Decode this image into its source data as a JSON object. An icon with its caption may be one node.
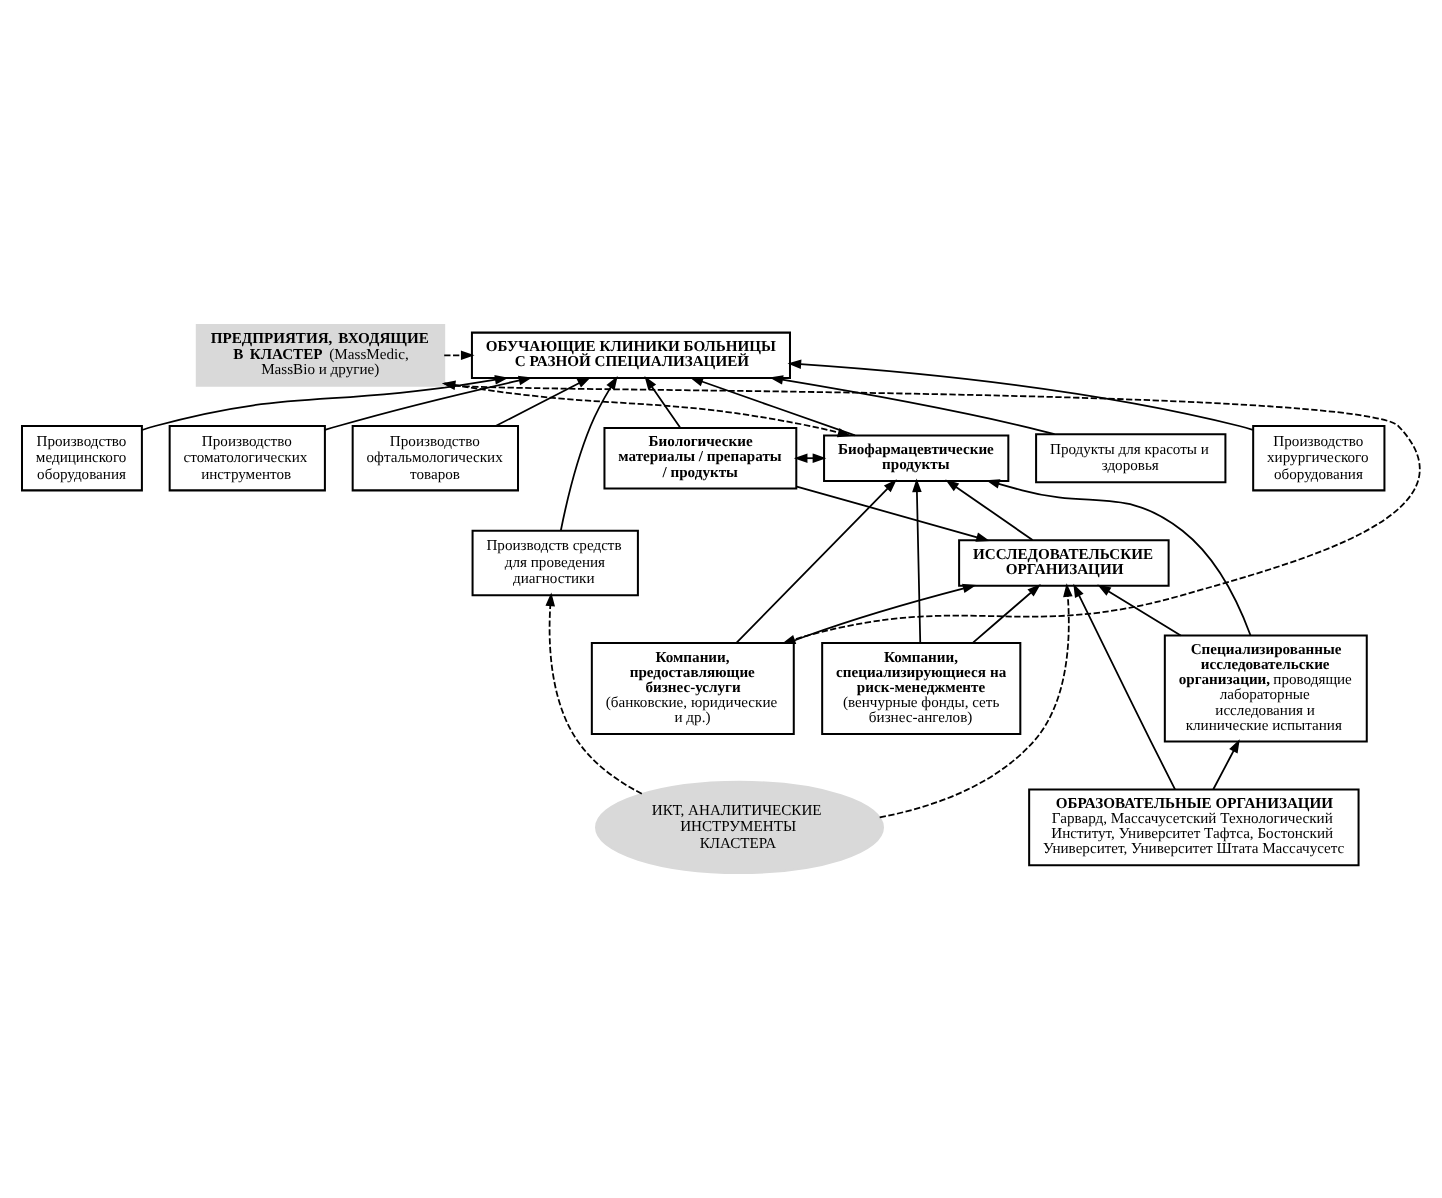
{
  "diagram": {
    "nodes": [
      {
        "text": [
          "Продукты для красоты и здоровья"
        ]
      },
      {
        "text": [
          "Производство хирургического оборудования"
        ]
      },
      {
        "text": [
          "Производство медицинского оборудования"
        ]
      },
      {
        "text": [
          "Производство стоматологических инструментов"
        ]
      },
      {
        "text": [
          "Производство офтальмологических товаров"
        ]
      },
      {
        "text": [
          "Производств средств для проведения диагностики"
        ]
      },
      {
        "text": [
          "ОБУЧАЮЩИЕ КЛИНИКИ БОЛЬНИЦЫ С РАЗНОЙ СПЕЦИАЛИЗАЦИЕЙ"
        ]
      },
      {
        "text": [
          "**ПРЕДПРИЯТИЯ, ВХОДЯЩИЕ В КЛАСТЕР** (MassMedic, MassBio и другие)"
        ]
      },
      {
        "text": [
          "Биологические материалы / препараты / продукты"
        ]
      },
      {
        "text": [
          "Биофармацевтические продукты"
        ]
      },
      {
        "text": [
          "**Компании, предоставляющие бизнес-услуги** (банковские, юридические и др.)"
        ]
      },
      {
        "text": [
          "**Компании, специализирующиеся на риск-менеджменте** (венчурные фонды, сеть бизнес-ангелов)"
        ]
      },
      {
        "text": [
          "**Специализированные исследовательские организации,** проводящие лабораторные исследования и клинические испытания"
        ]
      },
      {
        "text": [
          "ИССЛЕДОВАТЕЛЬСКИЕ ОРГАНИЗАЦИИ"
        ]
      },
      {
        "text": [
          "ИКТ, АНАЛИТИЧЕСКИЕ ИНСТРУМЕНТЫ КЛАСТЕРА"
        ]
      },
      {
        "text": [
          "ОБРАЗОВАТЕЛЬНЫЕ ОРГАНИЗАЦИИ",
          "Гарвард, Массачусетский Технологический Институт, Университет Тафтса, Бостонский Университет, Университет Штата Массачусетс"
        ]
      }
    ],
    "edges": [
      {
        "from": 0,
        "to": 6,
        "arrow": "to"
      },
      {
        "from": 1,
        "to": 6,
        "arrow": "to"
      },
      {
        "from": 2,
        "to": 6,
        "arrow": "to"
      },
      {
        "from": 3,
        "to": 6,
        "arrow": "to"
      },
      {
        "from": 4,
        "to": 6,
        "arrow": "to"
      },
      {
        "from": 5,
        "to": 6,
        "arrow": "to"
      },
      {
        "from": 7,
        "to": 6,
        "arrow": "to",
        "style": "dashed"
      },
      {
        "from": 7,
        "to": 9,
        "arrow": "to",
        "style": "dashed"
      },
      {
        "from": 7,
        "to": 10,
        "arrow": "both",
        "style": "dashed"
      },
      {
        "from": 8,
        "to": 6,
        "arrow": "to"
      },
      {
        "from": 9,
        "to": 6,
        "arrow": "to"
      },
      {
        "from": 8,
        "to": 9,
        "arrow": "both"
      },
      {
        "from": 10,
        "to": 9,
        "arrow": "to"
      },
      {
        "from": 11,
        "to": 9,
        "arrow": "to"
      },
      {
        "from": 12,
        "to": 9,
        "arrow": "to"
      },
      {
        "from": 10,
        "to": 13,
        "arrow": "to"
      },
      {
        "from": 11,
        "to": 13,
        "arrow": "to"
      },
      {
        "from": 12,
        "to": 13,
        "arrow": "to"
      },
      {
        "from": 8,
        "to": 13,
        "arrow": "to"
      },
      {
        "from": 13,
        "to": 9,
        "arrow": "to"
      },
      {
        "from": 14,
        "to": 5,
        "arrow": "to",
        "style": "dashed"
      },
      {
        "from": 14,
        "to": 13,
        "arrow": "to",
        "style": "dashed"
      },
      {
        "from": 15,
        "to": 13,
        "arrow": "to"
      },
      {
        "from": 15,
        "to": 12,
        "arrow": "to"
      }
    ]
  }
}
